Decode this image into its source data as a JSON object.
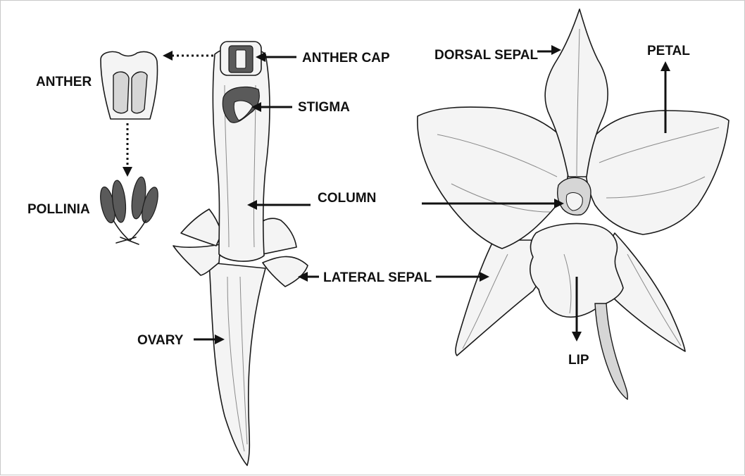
{
  "labels": {
    "anther_cap": "ANTHER CAP",
    "anther": "ANTHER",
    "stigma": "STIGMA",
    "pollinia": "POLLINIA",
    "column": "COLUMN",
    "lateral_sepal": "LATERAL SEPAL",
    "ovary": "OVARY",
    "dorsal_sepal": "DORSAL SEPAL",
    "petal": "PETAL",
    "lip": "LIP"
  }
}
